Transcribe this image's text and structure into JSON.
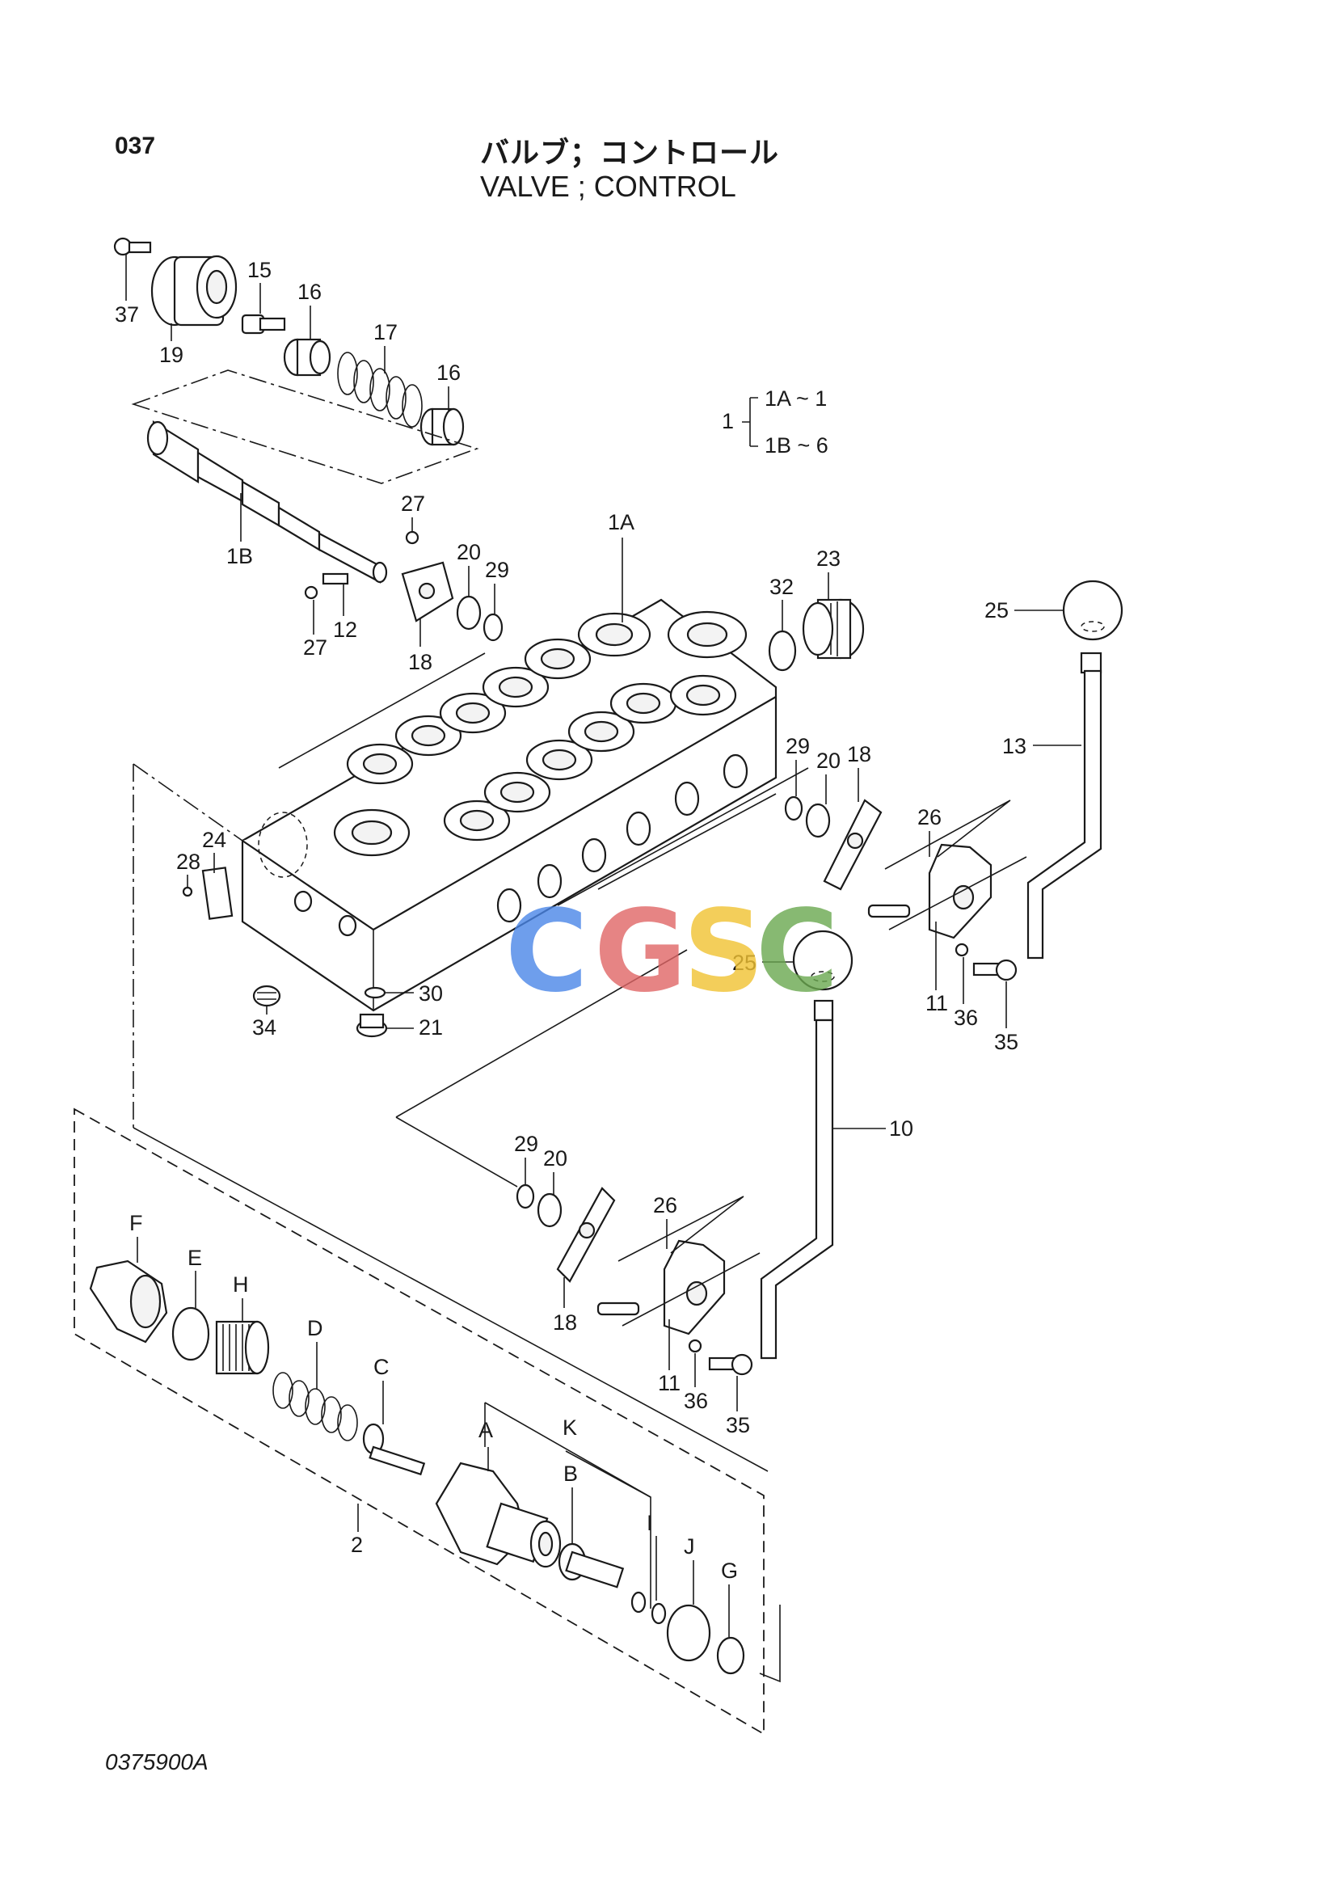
{
  "header": {
    "page_number": "037",
    "title_jp": "バルブ；コントロール",
    "title_en": "VALVE ; CONTROL"
  },
  "legend": {
    "parent": "1",
    "child_a": "1A ~ 1",
    "child_b": "1B ~ 6"
  },
  "watermark": {
    "text": "CGSC",
    "letters": [
      "C",
      "G",
      "S",
      "C"
    ],
    "colors": [
      "#4a86e8",
      "#e06666",
      "#f1c232",
      "#6aa84f"
    ]
  },
  "callouts": {
    "c37": "37",
    "c19": "19",
    "c15": "15",
    "c16a": "16",
    "c17": "17",
    "c16b": "16",
    "c1B": "1B",
    "c27a": "27",
    "c27b": "27",
    "c12": "12",
    "c20a": "20",
    "c29a": "29",
    "c18a": "18",
    "c1A": "1A",
    "c32": "32",
    "c23": "23",
    "c25a": "25",
    "c13": "13",
    "c29b": "29",
    "c20b": "20",
    "c18b": "18",
    "c26a": "26",
    "c24": "24",
    "c28": "28",
    "c11a": "11",
    "c36a": "36",
    "c35a": "35",
    "c25b": "25",
    "c34": "34",
    "c30": "30",
    "c21": "21",
    "c10": "10",
    "c29c": "29",
    "c20c": "20",
    "c26b": "26",
    "c18c": "18",
    "c11b": "11",
    "c36b": "36",
    "c35b": "35",
    "cF": "F",
    "cE": "E",
    "cH": "H",
    "cD": "D",
    "cC": "C",
    "cA": "A",
    "cK": "K",
    "cB": "B",
    "cI": "I",
    "cJ": "J",
    "cG": "G",
    "c2": "2"
  },
  "footer": {
    "drawing_code": "0375900A"
  }
}
